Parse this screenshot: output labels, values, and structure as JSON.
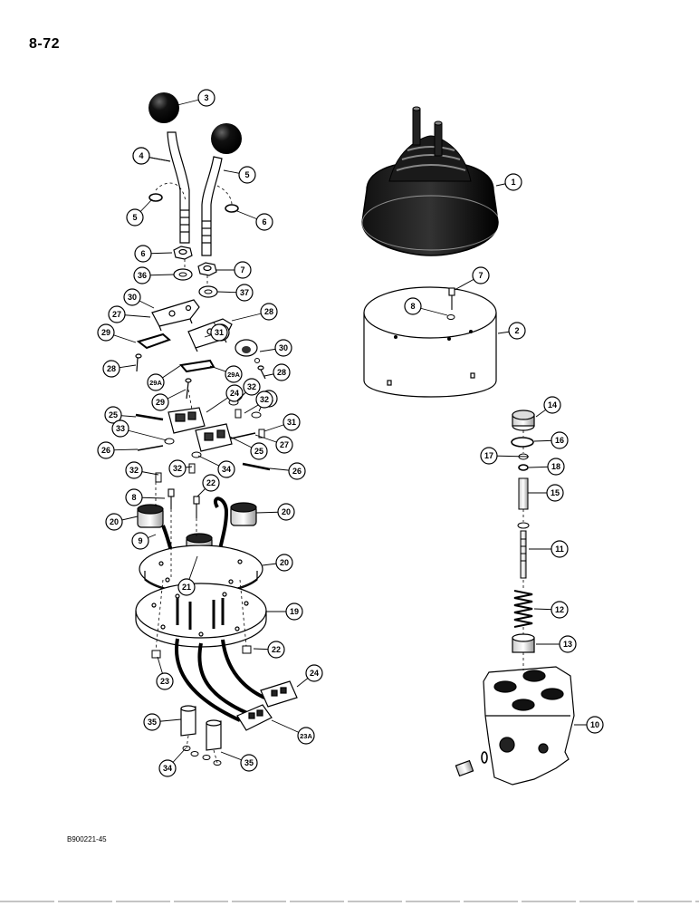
{
  "page_number": "8-72",
  "figure_code": "B900221-45",
  "callouts": [
    "1",
    "2",
    "3",
    "4",
    "4",
    "5",
    "5",
    "6",
    "6",
    "7",
    "7",
    "8",
    "8",
    "9",
    "10",
    "11",
    "12",
    "13",
    "14",
    "15",
    "16",
    "17",
    "18",
    "19",
    "20",
    "20",
    "20",
    "21",
    "22",
    "22",
    "23",
    "23A",
    "24",
    "24",
    "25",
    "25",
    "26",
    "26",
    "27",
    "27",
    "28",
    "28",
    "28",
    "29",
    "29",
    "29A",
    "29A",
    "30",
    "30",
    "30",
    "31",
    "31",
    "31",
    "32",
    "32",
    "32",
    "32",
    "33",
    "34",
    "34",
    "35",
    "35",
    "36",
    "37"
  ]
}
